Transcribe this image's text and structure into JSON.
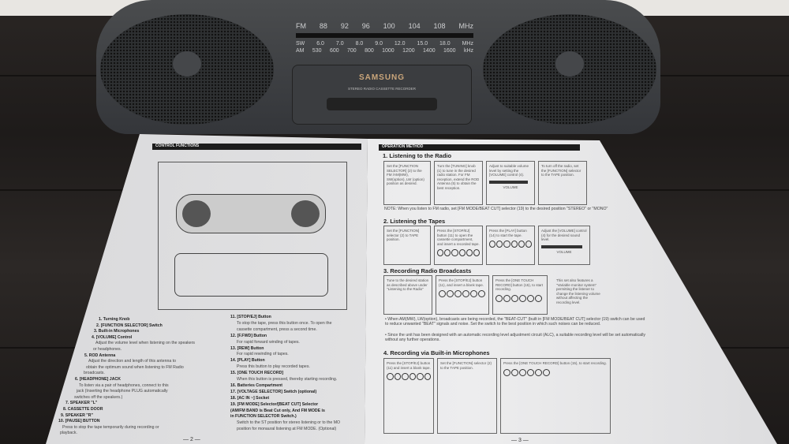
{
  "radio": {
    "brand": "SAMSUNG",
    "subtitle": "STEREO RADIO CASSETTE RECORDER",
    "fm": [
      "FM",
      "88",
      "92",
      "96",
      "100",
      "104",
      "108",
      "MHz"
    ],
    "sw": [
      "SW",
      "6.0",
      "7.0",
      "8.0",
      "9.0",
      "12.0",
      "15.0",
      "18.0",
      "MHz"
    ],
    "am": [
      "AM",
      "530",
      "600",
      "700",
      "800",
      "1000",
      "1200",
      "1400",
      "1600",
      "kHz"
    ]
  },
  "left_page": {
    "header": "CONTROL FUNCTIONS",
    "page_number": "— 2 —",
    "items_left": [
      "1. Turning Knob",
      "2. [FUNCTION SELECTOR] Switch",
      "3. Built-in Microphones",
      "4. [VOLUME] Control",
      "Adjust the volume level when listening on the speakers",
      "or headphones.",
      "5. ROD Antenna",
      "Adjust the direction and length of this antenna to",
      "obtain the optimum sound when listening to FM Radio",
      "broadcasts.",
      "6. [HEADPHONE] JACK",
      "To listen via a pair of headphones, connect to this",
      "jack (Inserting the headphone PLUG automatically",
      "switches off the speakers.)",
      "7. SPEAKER \"L\"",
      "8. CASSETTE DOOR",
      "9. SPEAKER \"R\"",
      "10. [PAUSE] BUTTON",
      "Press to stop the tape temporarily during recording or",
      "playback."
    ],
    "items_right": [
      "11. [STOP/EJ] Button",
      "To stop the tape, press this button once. To open the",
      "cassette compartment, press a second time.",
      "12. [F.FWD] Button",
      "For rapid forward winding of tapes.",
      "13. [REW] Button",
      "For rapid rewinding of tapes.",
      "14. [PLAY] Button",
      "Press this button to play recorded tapes.",
      "15. [ONE TOUCH RECORD]",
      "When this button is pressed, thereby starting recording.",
      "16. Batteries Compartment",
      "17. [VOLTAGE SELECTOR] Switch (optional)",
      "18. [AC IN ~] Socket",
      "19. [FM MODE] Selector/[BEAT CUT] Selector",
      "(AM/FM BAND is Beat Cut only, And FM MODE is",
      "in FUNCTION SELECTOR Switch.)",
      "Switch to the ST position for stereo listening or to the MO",
      "position for monaural listening at FM MODE. (Optional)"
    ]
  },
  "right_page": {
    "header": "OPERATION METHOD",
    "page_number": "— 3 —",
    "s1": {
      "title": "1. Listening to the Radio",
      "boxes": [
        "Set the [FUNCTION SELECTOR] (2) to the FM /AM(MW), SW(option), LW (option) position as desired.",
        "Turn the [TUNING] knob (1) to tune in the desired radio station. For FM reception, extend the ROD Antenna (5) to obtain the best reception.",
        "Adjust to suitable volume level by setting the [VOLUME] control (4).",
        "To turn off the radio, set the [FUNCTION] selector to the TAPE position."
      ],
      "volume": "VOLUME"
    },
    "note": "NOTE: When you listen to FM radio, set [FM MODE/BEAT CUT] selector (19) to the desired position \"STEREO\" or \"MONO\"",
    "s2": {
      "title": "2. Listening the Tapes",
      "boxes": [
        "Set the [FUNCTION] selector (2) to TAPE position.",
        "Press the [STOP/EJ] button (11) to open the cassette compartment, and insert a recorded tape.",
        "Press the [PLAY] button (14) to start the tape.",
        "Adjust the [VOLUME] control (4) for the desired sound level."
      ],
      "volume": "VOLUME"
    },
    "s3": {
      "title": "3. Recording Radio Broadcasts",
      "boxes": [
        "Tune to the desired station as described above under \"Listening to the Radio\"",
        "Press the [STOP/EJ] button (11), and insert a blank tape.",
        "Press the [ONE TOUCH RECORD] button (15), to start recording."
      ],
      "aside": "This set also features a \"Variable monitor system\" permitting the listener to change the listening volume without affecting the recording level.",
      "bullets": [
        "When AM(MW), LW(option), broadcasts are being recorded, the \"BEAT-CUT\" (built in [FM MODE/BEAT CUT] selector (19) switch can be used to reduce unwanted \"BEAT\" signals and noise. Set the switch to the best position in which such noises can be reduced.",
        "Since the unit has been designed with an automatic recording level adjustment circuit (ALC), a suitable recording level will be set automatically without any further operations."
      ]
    },
    "s4": {
      "title": "4. Recording via Built-in Microphones",
      "boxes": [
        "Press the [STOP/EJ] button (11) and insert a blank tape.",
        "Set the [FUNCTION] selector (2) to the TAPE position.",
        "Press the [ONE TOUCH RECORD] button (15), to start recording."
      ]
    }
  }
}
